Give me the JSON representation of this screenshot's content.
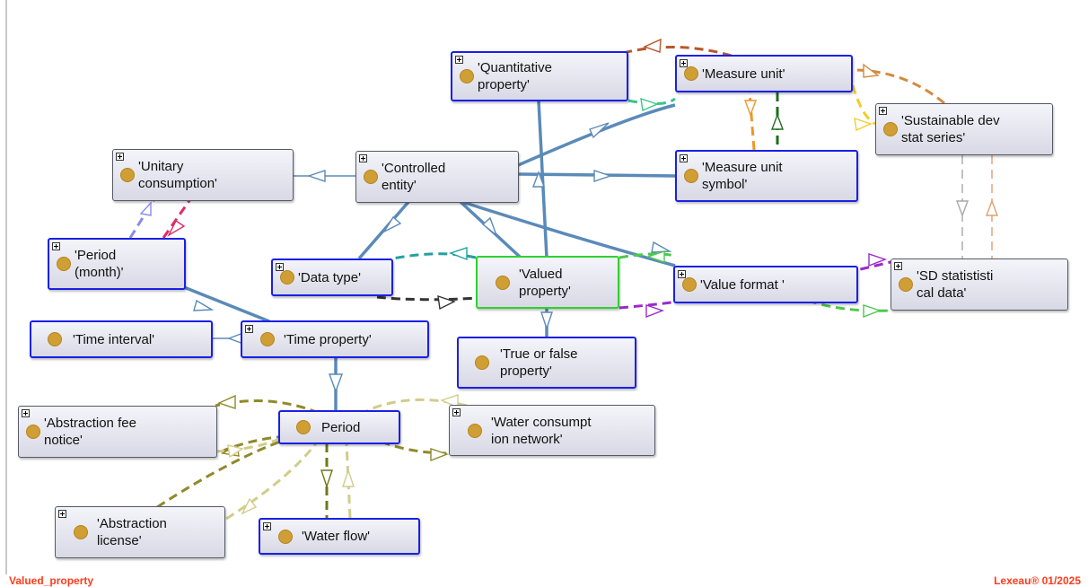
{
  "nodes": {
    "quantitative_property": {
      "label": "'Quantitative\nproperty'"
    },
    "measure_unit": {
      "label": "'Measure unit'"
    },
    "sustainable_dev": {
      "label": "'Sustainable dev\nstat series'"
    },
    "unitary_consumption": {
      "label": "'Unitary\nconsumption'"
    },
    "controlled_entity": {
      "label": "'Controlled\nentity'"
    },
    "measure_unit_symbol": {
      "label": "'Measure unit\nsymbol'"
    },
    "period_month": {
      "label": "'Period\n(month)'"
    },
    "data_type": {
      "label": "'Data type'"
    },
    "valued_property": {
      "label": "'Valued\nproperty'"
    },
    "value_format": {
      "label": "'Value format '"
    },
    "sd_statistical_data": {
      "label": "'SD statististi\ncal data'"
    },
    "time_interval": {
      "label": "'Time interval'"
    },
    "time_property": {
      "label": "'Time property'"
    },
    "true_false_property": {
      "label": "'True or false\nproperty'"
    },
    "abstraction_fee_notice": {
      "label": "'Abstraction fee\nnotice'"
    },
    "period": {
      "label": "Period"
    },
    "water_consumption_network": {
      "label": "'Water consumpt\nion network'"
    },
    "abstraction_license": {
      "label": "'Abstraction\nlicense'"
    },
    "water_flow": {
      "label": "'Water flow'"
    }
  },
  "footer": {
    "left": "Valued_property",
    "right": "Lexeau® 01/2025"
  },
  "colors": {
    "node_border_selected": "#1a20e6",
    "node_border_focus": "#2ed12e",
    "class_dot": "#cf9e34",
    "edge_blue": "#5a8ab8",
    "footer_text": "#ff3b1a"
  }
}
